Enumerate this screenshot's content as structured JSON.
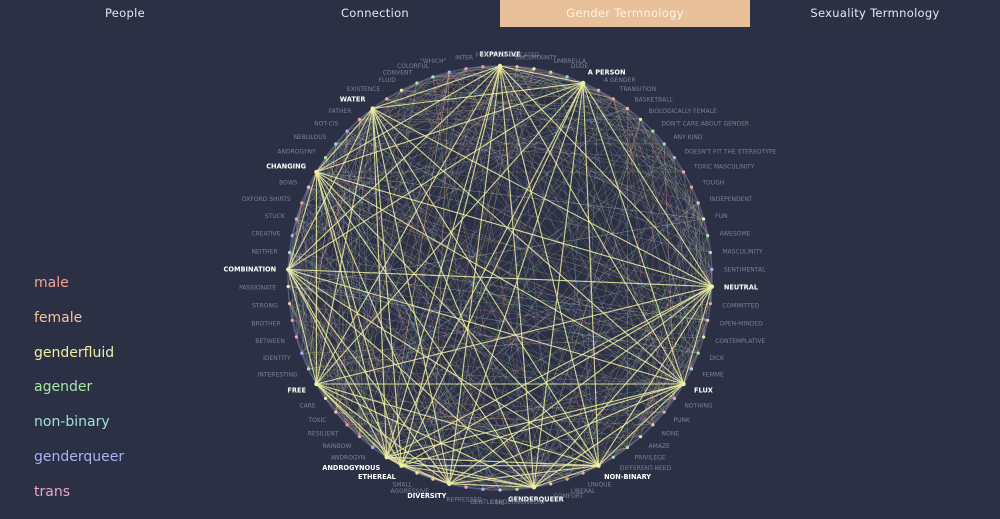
{
  "nav": {
    "tabs": [
      {
        "label": "People",
        "active": false
      },
      {
        "label": "Connection",
        "active": false
      },
      {
        "label": "Gender Termnology",
        "active": true
      },
      {
        "label": "Sexuality Termnology",
        "active": false
      }
    ],
    "active_color": "#e8c09a"
  },
  "legend": {
    "items": [
      {
        "label": "male",
        "color": "#f2a293"
      },
      {
        "label": "female",
        "color": "#f6c39b"
      },
      {
        "label": "genderfluid",
        "color": "#eef0a2"
      },
      {
        "label": "agender",
        "color": "#a8e6a6"
      },
      {
        "label": "non-binary",
        "color": "#9fe0df"
      },
      {
        "label": "genderqueer",
        "color": "#a8b3f2"
      },
      {
        "label": "trans",
        "color": "#f0a4c5"
      }
    ]
  },
  "network": {
    "highlight_color": "#eef0a2",
    "label_color": "#7a8096",
    "highlight_label_color": "#ffffff",
    "nodes": [
      {
        "label": "EXPANSIVE",
        "highlight": true
      },
      {
        "label": "COMPLICATED",
        "highlight": false
      },
      {
        "label": "UNCERTAINTY",
        "highlight": false
      },
      {
        "label": "UMBRELLA",
        "highlight": false
      },
      {
        "label": "DUDE",
        "highlight": false
      },
      {
        "label": "A PERSON",
        "highlight": true
      },
      {
        "label": "A GENDER",
        "highlight": false
      },
      {
        "label": "TRANSITION",
        "highlight": false
      },
      {
        "label": "BASKETBALL",
        "highlight": false
      },
      {
        "label": "BIOLOGICALLY FEMALE",
        "highlight": false
      },
      {
        "label": "DON'T CARE ABOUT GENDER",
        "highlight": false
      },
      {
        "label": "ANY KIND",
        "highlight": false
      },
      {
        "label": "DOESN'T FIT THE STEREOTYPE",
        "highlight": false
      },
      {
        "label": "TOXIC MASCULINITY",
        "highlight": false
      },
      {
        "label": "TOUGH",
        "highlight": false
      },
      {
        "label": "INDEPENDENT",
        "highlight": false
      },
      {
        "label": "FUN",
        "highlight": false
      },
      {
        "label": "AWESOME",
        "highlight": false
      },
      {
        "label": "MASCULINITY",
        "highlight": false
      },
      {
        "label": "SENTIMENTAL",
        "highlight": false
      },
      {
        "label": "NEUTRAL",
        "highlight": true
      },
      {
        "label": "COMMITTED",
        "highlight": false
      },
      {
        "label": "OPEN-MINDED",
        "highlight": false
      },
      {
        "label": "CONTEMPLATIVE",
        "highlight": false
      },
      {
        "label": "DICK",
        "highlight": false
      },
      {
        "label": "FEMME",
        "highlight": false
      },
      {
        "label": "FLUX",
        "highlight": true
      },
      {
        "label": "NOTHING",
        "highlight": false
      },
      {
        "label": "PUNK",
        "highlight": false
      },
      {
        "label": "NONE",
        "highlight": false
      },
      {
        "label": "AMAZE",
        "highlight": false
      },
      {
        "label": "PRIVILEGE",
        "highlight": false
      },
      {
        "label": "DIFFERENT-NEED",
        "highlight": false
      },
      {
        "label": "NON-BINARY",
        "highlight": true
      },
      {
        "label": "UNIQUE",
        "highlight": false
      },
      {
        "label": "LIBERAL",
        "highlight": false
      },
      {
        "label": "COMFORT",
        "highlight": false
      },
      {
        "label": "GENDERQUEER",
        "highlight": true
      },
      {
        "label": "GENDERNONCONF",
        "highlight": false
      },
      {
        "label": "ME",
        "highlight": false
      },
      {
        "label": "GENTLE",
        "highlight": false
      },
      {
        "label": "REPRESSED",
        "highlight": false
      },
      {
        "label": "DIVERSITY",
        "highlight": true
      },
      {
        "label": "AGGRESSIVE",
        "highlight": false
      },
      {
        "label": "SMALL",
        "highlight": false
      },
      {
        "label": "ETHEREAL",
        "highlight": true
      },
      {
        "label": "ANDROGYNOUS",
        "highlight": true
      },
      {
        "label": "ANDROGYN",
        "highlight": false
      },
      {
        "label": "RAINBOW",
        "highlight": false
      },
      {
        "label": "RESILIENT",
        "highlight": false
      },
      {
        "label": "TOXIC",
        "highlight": false
      },
      {
        "label": "CARE",
        "highlight": false
      },
      {
        "label": "FREE",
        "highlight": true
      },
      {
        "label": "INTERESTING",
        "highlight": false
      },
      {
        "label": "IDENTITY",
        "highlight": false
      },
      {
        "label": "BETWEEN",
        "highlight": false
      },
      {
        "label": "BROTHER",
        "highlight": false
      },
      {
        "label": "STRONG",
        "highlight": false
      },
      {
        "label": "PASSIONATE",
        "highlight": false
      },
      {
        "label": "COMBINATION",
        "highlight": true
      },
      {
        "label": "NEITHER",
        "highlight": false
      },
      {
        "label": "CREATIVE",
        "highlight": false
      },
      {
        "label": "STUCK",
        "highlight": false
      },
      {
        "label": "OXFORD SHIRTS",
        "highlight": false
      },
      {
        "label": "BOWS",
        "highlight": false
      },
      {
        "label": "CHANGING",
        "highlight": true
      },
      {
        "label": "ANDROGYNY",
        "highlight": false
      },
      {
        "label": "NEBULOUS",
        "highlight": false
      },
      {
        "label": "NOT-CIS",
        "highlight": false
      },
      {
        "label": "FATHER",
        "highlight": false
      },
      {
        "label": "WATER",
        "highlight": true
      },
      {
        "label": "EXISTENCE",
        "highlight": false
      },
      {
        "label": "FLUID",
        "highlight": false
      },
      {
        "label": "CONVENT",
        "highlight": false
      },
      {
        "label": "COLORFUL",
        "highlight": false
      },
      {
        "label": "\"WHICH\"",
        "highlight": false
      },
      {
        "label": "INTER",
        "highlight": false
      },
      {
        "label": "FOR",
        "highlight": false
      }
    ]
  }
}
